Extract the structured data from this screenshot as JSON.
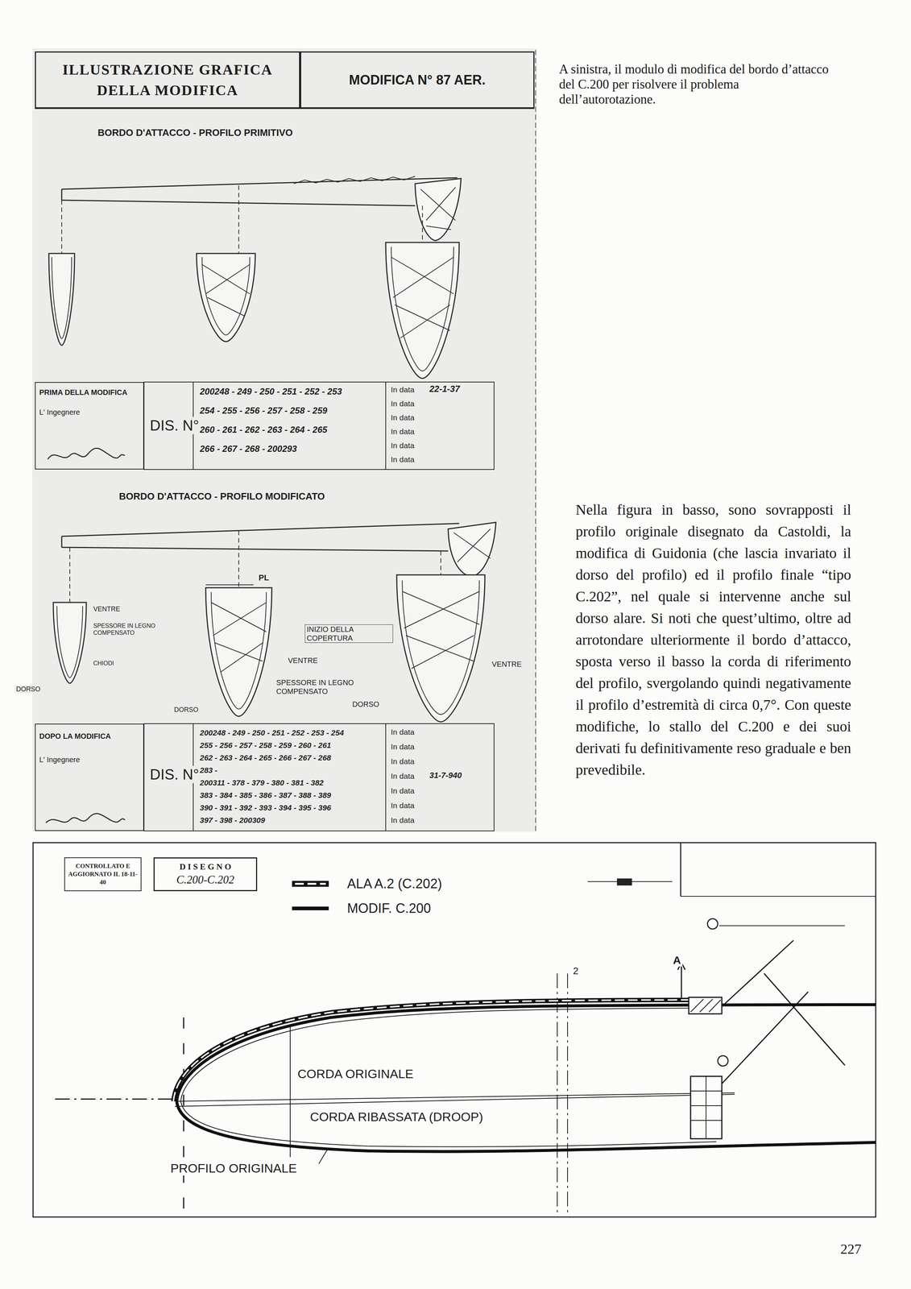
{
  "diagram": {
    "caption": "A sinistra, il modulo di modifica del bordo d’attacco del C.200 per risolvere il problema dell’autorotazione.",
    "nodes": [
      {
        "text": [
          "ILLUSTRAZIONE GRAFICA DELLA MODIFICA"
        ]
      },
      {
        "text": [
          "MODIFICA N° 87 AER."
        ]
      },
      {
        "text": [
          "PRIMA DELLA MODIFICA",
          "L' Ingegnere"
        ]
      },
      {
        "text": [
          "DOPO LA MODIFICA",
          "L' Ingegnere"
        ]
      },
      {
        "text": [
          "CONTROLLATO E AGGIORNATO IL 18-11-40"
        ]
      },
      {
        "text": [
          "D I S E G N O",
          "C.200-C.202"
        ]
      }
    ],
    "labels": [
      "BORDO D'ATTACCO - PROFILO PRIMITIVO",
      "DIS. N°",
      "200248 - 249 - 250 - 251 - 252 - 253",
      "254 - 255 - 256 - 257 - 258 - 259",
      "260 - 261 - 262 - 263 - 264 - 265",
      "266 - 267 - 268 - 200293",
      "In data",
      "22-1-37",
      "In data",
      "In data",
      "In data",
      "In data",
      "In data",
      "BORDO D'ATTACCO - PROFILO MODIFICATO",
      "PL",
      "VENTRE",
      "SPESSORE IN LEGNO COMPENSATO",
      "CHIODI",
      "DORSO",
      "INIZIO DELLA COPERTURA",
      "VENTRE",
      "SPESSORE IN LEGNO COMPENSATO",
      "DORSO",
      "VENTRE",
      "DORSO",
      "DIS. N°",
      "200248 - 249 - 250 - 251 - 252 - 253 - 254",
      "255 - 256 - 257 - 258 - 259 - 260 - 261",
      "262 - 263 - 264 - 265 - 266 - 267 - 268",
      "283 -",
      "200311 - 378 - 379 - 380 - 381 - 382",
      "383 - 384 - 385 - 386 - 387 - 388 - 389",
      "390 - 391 - 392 - 393 - 394 - 395 - 396",
      "397 - 398 - 200309",
      "In data",
      "In data",
      "In data",
      "In data",
      "31-7-940",
      "In data",
      "In data",
      "In data",
      "CORDA ORIGINALE",
      "CORDA RIBASSATA (DROOP)",
      "PROFILO ORIGINALE",
      "A",
      "2",
      "Nella figura in basso, sono sovrapposti il profilo originale disegnato da Castoldi, la modifica di Guidonia (che lascia invariato il dorso del profilo) ed il profilo finale “tipo C.202”, nel quale si intervenne anche sul dorso alare. Si noti che quest’ultimo, oltre ad arrotondare ulteriormente il bordo d’attacco, sposta verso il basso la corda di riferimento del profilo, svergolando quindi negativamente il profilo d’estremità di circa 0,7°. Con queste modifiche, lo stallo del C.200 e dei suoi derivati fu definitivamente reso graduale e ben prevedibile.",
      "227"
    ],
    "legend": [
      {
        "text": "ALA A.2 (C.202)"
      },
      {
        "text": "MODIF. C.200"
      }
    ]
  }
}
